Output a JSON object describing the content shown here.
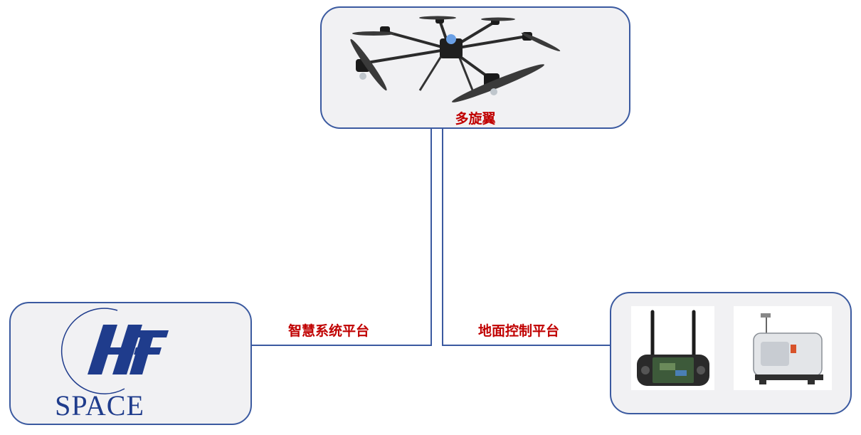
{
  "colors": {
    "border": "#3b5aa0",
    "label": "#c00000",
    "box_fill": "#f1f1f3",
    "logo": "#1f3c8c"
  },
  "nodes": {
    "drone": {
      "label": "多旋翼"
    },
    "space": {
      "logo_text": "SPACE"
    },
    "ground": {}
  },
  "edges": {
    "smart": {
      "label": "智慧系统平台"
    },
    "ground": {
      "label": "地面控制平台"
    }
  }
}
